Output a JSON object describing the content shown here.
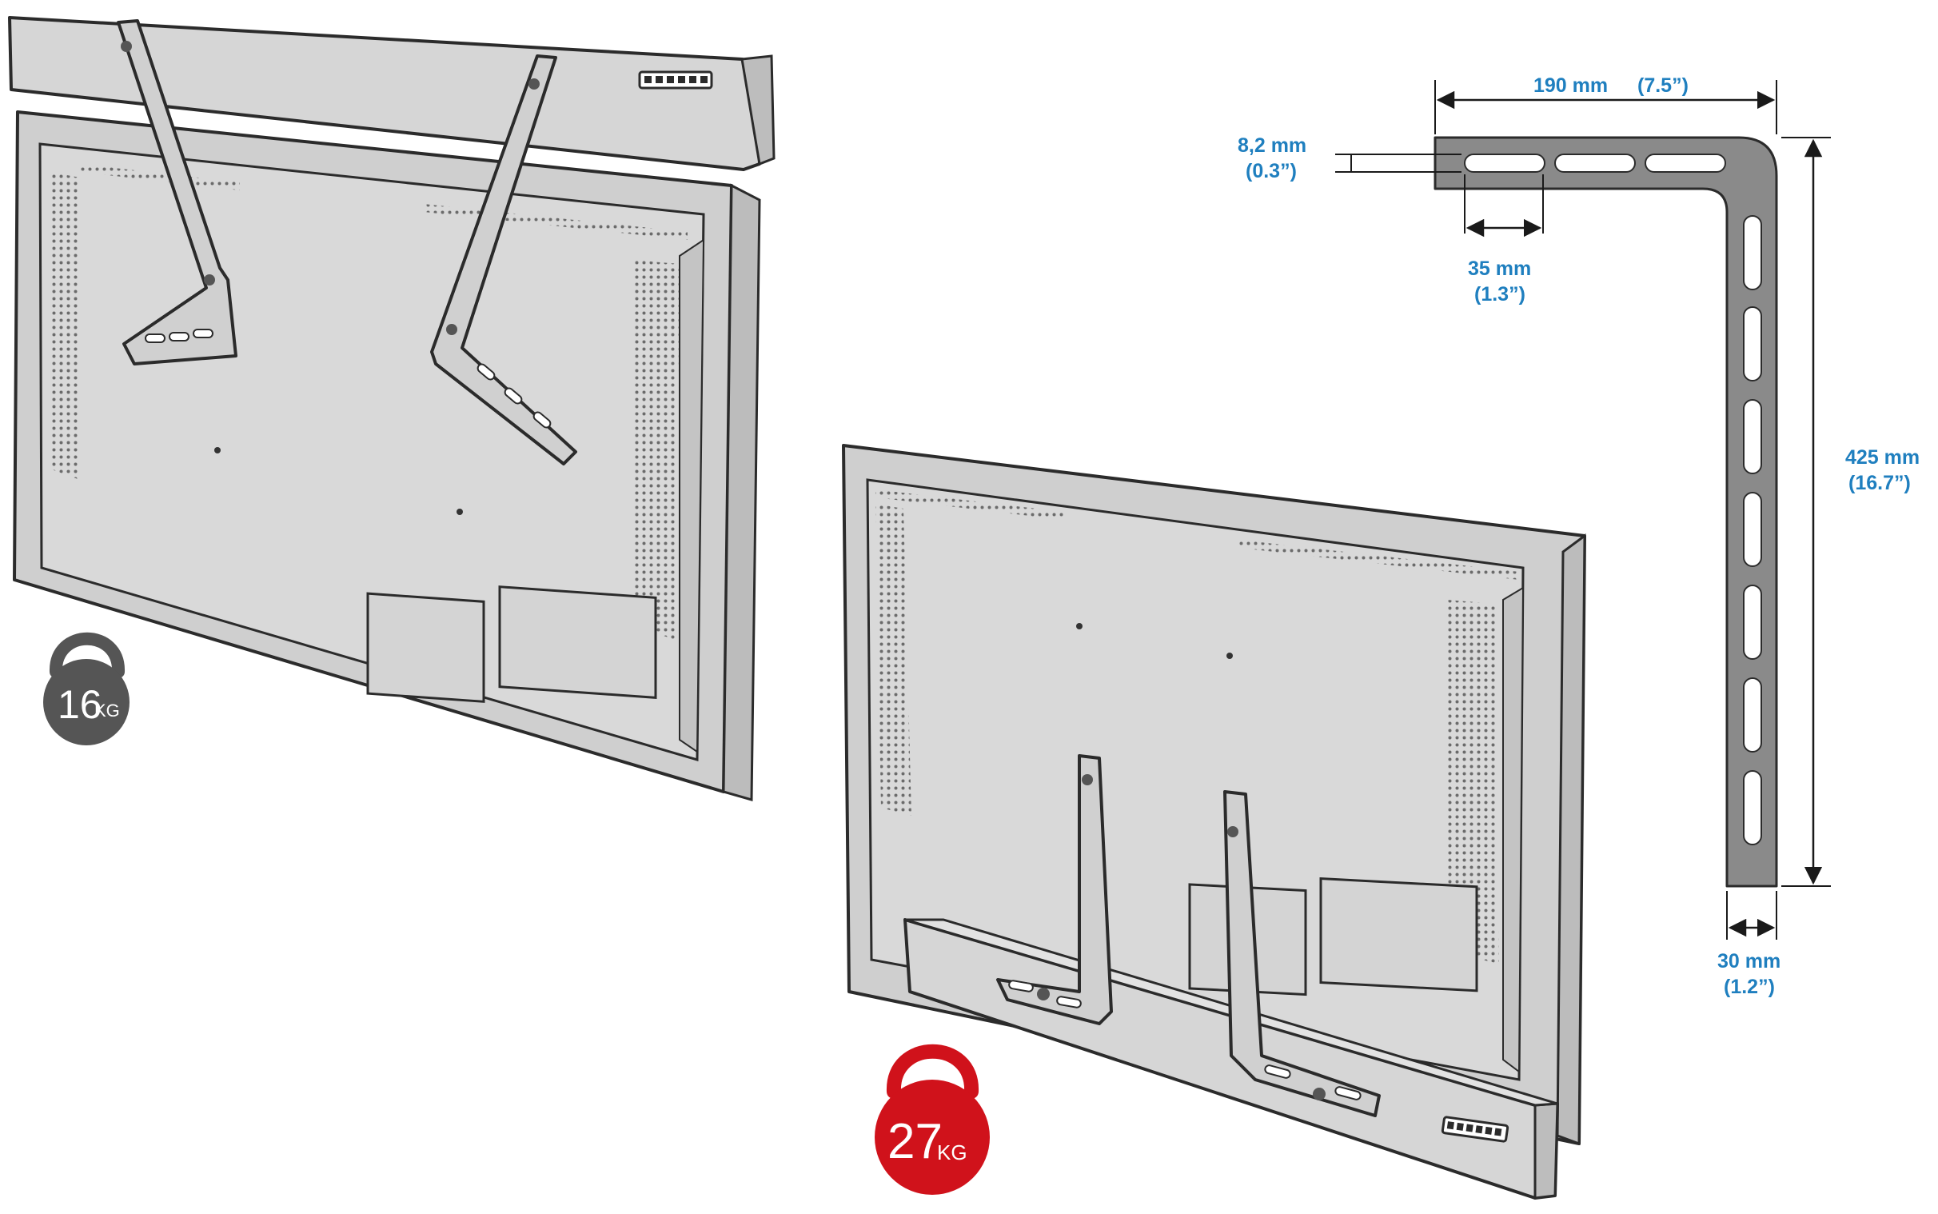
{
  "weights": {
    "top": {
      "value": "16",
      "unit": "KG",
      "color": "#555555"
    },
    "bottom": {
      "value": "27",
      "unit": "KG",
      "color": "#d0121b"
    }
  },
  "dimensions": {
    "width": {
      "metric": "190 mm",
      "imperial": "(7.5”)"
    },
    "slot_width": {
      "metric": "8,2 mm",
      "imperial": "(0.3”)"
    },
    "slot_length": {
      "metric": "35 mm",
      "imperial": "(1.3”)"
    },
    "height": {
      "metric": "425 mm",
      "imperial": "(16.7”)"
    },
    "bar_width": {
      "metric": "30 mm",
      "imperial": "(1.2”)"
    }
  },
  "colors": {
    "dimension": "#1f7fbf",
    "device_fill": "#d2d2d2",
    "outline": "#2b2b2b",
    "bracket": "#8a8a8a"
  },
  "icons": [
    "kettlebell-icon",
    "kettlebell-icon"
  ]
}
